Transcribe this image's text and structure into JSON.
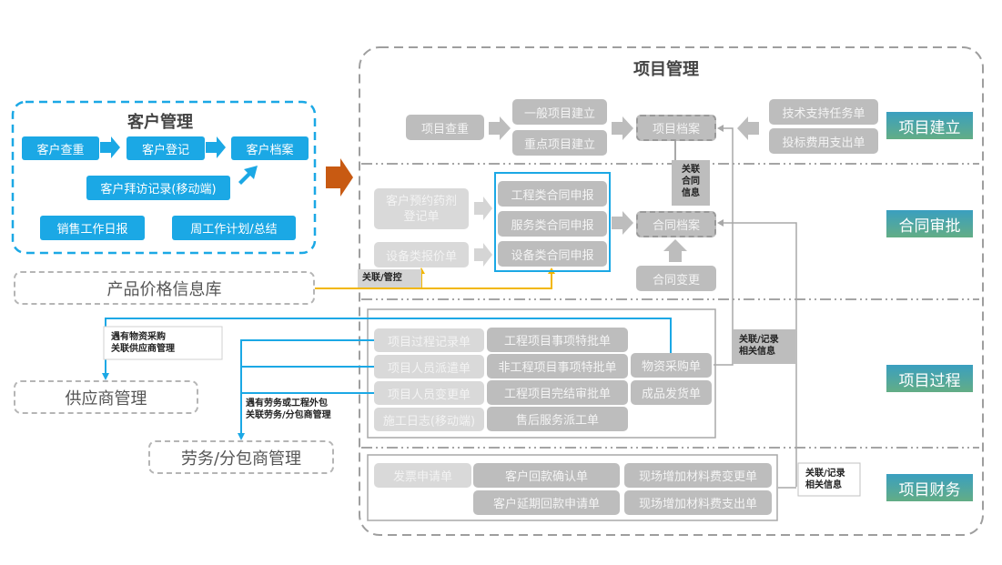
{
  "customer_mgmt": {
    "title": "客户管理",
    "items": {
      "check": "客户查重",
      "register": "客户登记",
      "archive": "客户档案",
      "visit": "客户拜访记录(移动端)",
      "daily": "销售工作日报",
      "weekly": "周工作计划/总结"
    }
  },
  "product_price": "产品价格信息库",
  "supplier_mgmt": "供应商管理",
  "labor_mgmt": "劳务/分包商管理",
  "notes": {
    "control": "关联/管控",
    "supplier_line1": "遇有物资采购",
    "supplier_line2": "关联供应商管理",
    "labor_line1": "遇有劳务或工程外包",
    "labor_line2": "关联劳务/分包商管理",
    "contract_info": "关联合同信息",
    "record1_line1": "关联/记录",
    "record1_line2": "相关信息",
    "record2_line1": "关联/记录",
    "record2_line2": "相关信息"
  },
  "project_mgmt": {
    "title": "项目管理",
    "stages": [
      "项目建立",
      "合同审批",
      "项目过程",
      "项目财务"
    ],
    "setup": {
      "check": "项目查重",
      "general": "一般项目建立",
      "key": "重点项目建立",
      "archive": "项目档案",
      "tech_support": "技术支持任务单",
      "bid_cost": "投标费用支出单"
    },
    "contract": {
      "reserve_line1": "客户预约药剂",
      "reserve_line2": "登记单",
      "quote": "设备类报价单",
      "eng": "工程类合同申报",
      "service": "服务类合同申报",
      "equip": "设备类合同申报",
      "archive": "合同档案",
      "change": "合同变更"
    },
    "process": {
      "col1": [
        "项目过程记录单",
        "项目人员派遣单",
        "项目人员变更单",
        "施工日志(移动端)"
      ],
      "col2": [
        "工程项目事项特批单",
        "非工程项目事项特批单",
        "工程项目完结审批单",
        "售后服务派工单"
      ],
      "col3": [
        "物资采购单",
        "成品发货单"
      ]
    },
    "finance": {
      "invoice": "发票申请单",
      "payment_confirm": "客户回款确认单",
      "payment_delay": "客户延期回款申请单",
      "material_change": "现场增加材料费变更单",
      "material_expense": "现场增加材料费支出单"
    }
  },
  "colors": {
    "blue": "#1ba8e5",
    "gray_box": "#bdbdbd",
    "orange_arrow": "#c85a12",
    "yellow_line": "#f2b705",
    "stage_top": "#3a9fc0",
    "stage_bottom": "#63ad85"
  }
}
